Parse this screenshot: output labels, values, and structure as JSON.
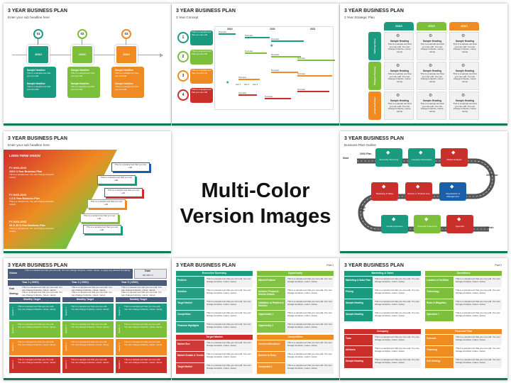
{
  "center": {
    "line1": "Multi-Color",
    "line2": "Version Images"
  },
  "s1": {
    "title": "3 YEAR BUSINESS PLAN",
    "subtitle": "Enter your sub headline here",
    "cols": [
      {
        "num": "01",
        "year": "20XX",
        "color": "#1a9a7e",
        "h1": "Sample Headline",
        "t1": "This is a sample text that you can edit.",
        "h2": "Sample Headline",
        "t2": "This is a sample text that you can edit."
      },
      {
        "num": "02",
        "year": "20XX",
        "color": "#7bbf3a",
        "h1": "Sample Headline",
        "t1": "This is a sample text that you can edit.",
        "h2": "Sample Headline",
        "t2": "This is a sample text that you can edit."
      },
      {
        "num": "03",
        "year": "20XX",
        "color": "#ef8b22",
        "h1": "Sample Headline",
        "t1": "This is a sample text that you can edit.",
        "h2": "Sample Headline",
        "t2": "This is a sample text that you can edit."
      }
    ]
  },
  "s2": {
    "title": "3 YEAR BUSINESS PLAN",
    "subtitle": "3 Year Concept",
    "years": [
      "2019",
      "2020",
      "2021"
    ],
    "rows": [
      {
        "num": "1",
        "color": "#1a9a7e",
        "text": "This is a sample text that you can edit."
      },
      {
        "num": "2",
        "color": "#7bbf3a",
        "text": "This is a sample text that you can edit."
      },
      {
        "num": "3",
        "color": "#ef8b22",
        "text": "This is a sample text that you can edit."
      },
      {
        "num": "4",
        "color": "#c9302c",
        "text": "This is a sample text that you can edit."
      }
    ],
    "task": "Text Here",
    "items": [
      "Item 1",
      "Item 2",
      "Item 3"
    ]
  },
  "s3": {
    "title": "3 YEAR BUSINESS PLAN",
    "subtitle": "3 Year Strategic Plan",
    "years": [
      "20XX",
      "20XX",
      "20XX"
    ],
    "rows": [
      {
        "label": "Defining Roles",
        "color": "#1a9a7e"
      },
      {
        "label": "Strategic Planning",
        "color": "#7bbf3a"
      },
      {
        "label": "Action Definition",
        "color": "#ef8b22"
      }
    ],
    "heading": "Sample Heading",
    "text": "This is a sample text that you can edit. You can change font(size, colour, name)"
  },
  "s4": {
    "title": "3 YEAR BUSINESS PLAN",
    "subtitle": "Enter your sub headline here",
    "vision": "LONG-TERM VISION",
    "blocks": [
      {
        "head": "FY 20XX-20XX",
        "line": "20XX 3-Year Business Plan",
        "text": "This is a sample text. You can change font(size, colour)"
      },
      {
        "head": "FY 20XX-20XX",
        "line": "1-3 & Year Business Plan",
        "text": "This is a sample text. You can change font(size, colour)"
      },
      {
        "head": "FY 20XX-20XX",
        "line": "4X & 3X 3-Year Business Plan",
        "text": "This is a sample text. You can change font(size, colour)"
      }
    ],
    "callout": "This is a sample text that you can edit."
  },
  "s5": {
    "title": "3 YEAR BUSINESS PLAN",
    "subtitle": "Business Plan Outline",
    "start": "Start",
    "finish": "Finish",
    "plan": "20XX Plan",
    "boxes": [
      "Executive Summary",
      "Company Description",
      "Market Analysis",
      "Marketing & Sales",
      "Service or Product Line",
      "Organization & Management",
      "Funding Request",
      "Financial Projections",
      "Appendix"
    ]
  },
  "s6": {
    "title": "3 YEAR BUSINESS PLAN",
    "vision": "Vision",
    "vision_text": "This is a sample text that you can edit. You can change font(size, colour, name), or apply any desired formatting.",
    "date": "Date",
    "date_val": "DD-MM-YY",
    "years": [
      "Year 1 ( 20XX)",
      "Year 2 ( 20XX)",
      "Year 3 ( 20XX)"
    ],
    "goal": "Goal",
    "strategy": "Strategy",
    "monthly": "Monthly Target",
    "quarters": [
      "Quarter 1",
      "Quarter 2",
      "Quarter 3",
      "Quarter 4"
    ],
    "text": "This is a sample text that you can edit. You can change font(size, colour, name)"
  },
  "s7": {
    "title": "3 YEAR BUSINESS PLAN",
    "part": "Part 1",
    "left": [
      {
        "title": "Executive Summary",
        "color": "#1a9a7e",
        "rows": [
          "Problem",
          "Solution",
          "Target Market",
          "Competition",
          "Financial Highlights"
        ]
      },
      {
        "title": "Target Market",
        "color": "#c9302c",
        "rows": [
          "Market Size",
          "Market Growth & Trends",
          "Target Market"
        ]
      }
    ],
    "right": [
      {
        "title": "Opportunity",
        "color": "#7bbf3a",
        "rows": [
          "Market Problem",
          "Solution Product & Service Details",
          "Validation of Problem & Solution",
          "Opportunity 1",
          "Opportunity 2"
        ]
      },
      {
        "title": "Competition",
        "color": "#ef8b22",
        "rows": [
          "Current Alternatives",
          "Barriers to Entry",
          "Competitor 1"
        ]
      }
    ],
    "text": "This is a sample text that you can edit. You can change font(size, colour, name)"
  },
  "s8": {
    "title": "3 YEAR BUSINESS PLAN",
    "part": "Part 2",
    "blocks": [
      {
        "title": "Marketing & Sales",
        "color": "#1a9a7e",
        "rows": [
          "Marketing & Sales Plan",
          "Pricing",
          "Sample Heading",
          "Sample Heading"
        ]
      },
      {
        "title": "Operations",
        "color": "#7bbf3a",
        "rows": [
          "Location & Facilities",
          "Technology",
          "Risks & Mitigation",
          "Operation 1"
        ]
      },
      {
        "title": "Company",
        "color": "#c9302c",
        "rows": [
          "Team",
          "Advisors",
          "Sample Heading"
        ]
      },
      {
        "title": "Financial Plan",
        "color": "#ef8b22",
        "rows": [
          "Forecast",
          "Financing",
          "Exit Strategy"
        ]
      }
    ],
    "text": "This is a sample text that you can edit. You can change font(size, colour, name)"
  }
}
